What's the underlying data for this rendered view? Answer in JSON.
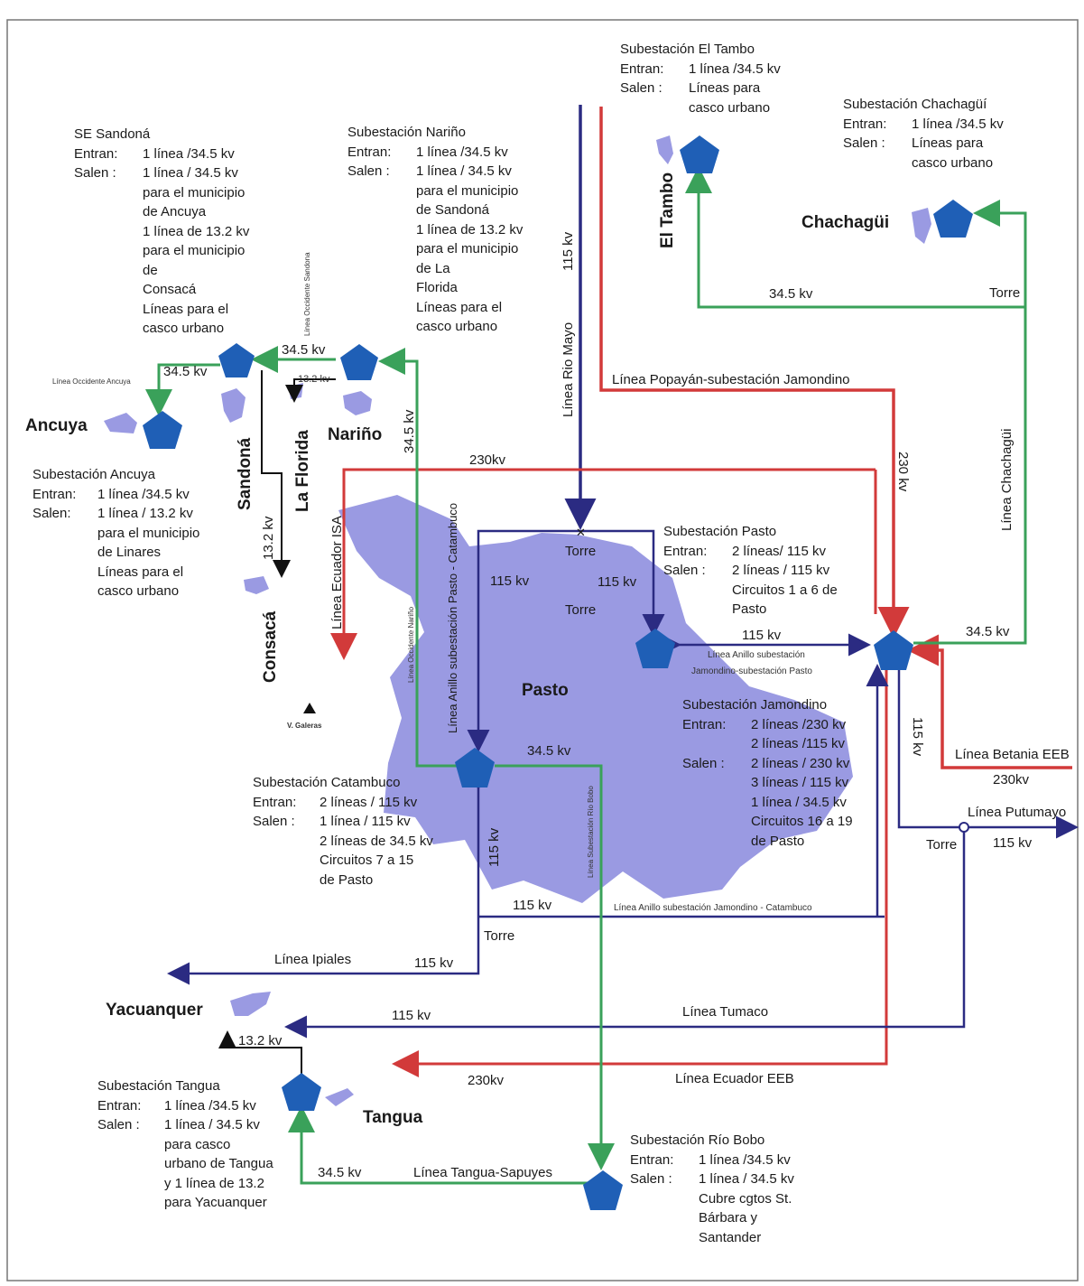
{
  "colors": {
    "blue": "#2b2b82",
    "red": "#d23a3a",
    "green": "#3aa15a",
    "region": "#9a9ae2",
    "node": "#1f5fb6"
  },
  "places": {
    "ancuya": "Ancuya",
    "sandona": "Sandoná",
    "la_florida": "La Florida",
    "narino": "Nariño",
    "consaca": "Consacá",
    "el_tambo": "El Tambo",
    "chachagui": "Chachagüi",
    "pasto": "Pasto",
    "yacuanquer": "Yacuanquer",
    "tangua": "Tangua",
    "galeras": "V. Galeras"
  },
  "substations": {
    "sandona": {
      "title": "SE Sandoná",
      "rows": [
        {
          "key": "Entran:",
          "value": "1 línea /34.5 kv"
        },
        {
          "key": "Salen :",
          "value": "1 línea / 34.5 kv"
        },
        {
          "key": "",
          "value": "para el municipio"
        },
        {
          "key": "",
          "value": "de Ancuya"
        },
        {
          "key": "",
          "value": "1 línea de 13.2 kv"
        },
        {
          "key": "",
          "value": "para el municipio"
        },
        {
          "key": "",
          "value": "de"
        },
        {
          "key": "",
          "value": "Consacá"
        },
        {
          "key": "",
          "value": "Líneas para el"
        },
        {
          "key": "",
          "value": "casco urbano"
        }
      ]
    },
    "narino": {
      "title": "Subestación Nariño",
      "rows": [
        {
          "key": "Entran:",
          "value": "1 línea /34.5 kv"
        },
        {
          "key": "Salen :",
          "value": "1 línea / 34.5 kv"
        },
        {
          "key": "",
          "value": "para el municipio"
        },
        {
          "key": "",
          "value": "de Sandoná"
        },
        {
          "key": "",
          "value": "1 línea de 13.2 kv"
        },
        {
          "key": "",
          "value": "para el municipio"
        },
        {
          "key": "",
          "value": "de La"
        },
        {
          "key": "",
          "value": "Florida"
        },
        {
          "key": "",
          "value": "Líneas para el"
        },
        {
          "key": "",
          "value": "casco urbano"
        }
      ]
    },
    "el_tambo": {
      "title": "Subestación El Tambo",
      "rows": [
        {
          "key": "Entran:",
          "value": "1 línea /34.5 kv"
        },
        {
          "key": "Salen :",
          "value": "Líneas para"
        },
        {
          "key": "",
          "value": "casco urbano"
        }
      ]
    },
    "chachagui": {
      "title": "Subestación Chachagüí",
      "rows": [
        {
          "key": "Entran:",
          "value": "1 línea /34.5 kv"
        },
        {
          "key": "Salen :",
          "value": "Líneas para"
        },
        {
          "key": "",
          "value": "casco urbano"
        }
      ]
    },
    "ancuya": {
      "title": "Subestación Ancuya",
      "rows": [
        {
          "key": "Entran:",
          "value": "1 línea /34.5 kv"
        },
        {
          "key": "Salen:",
          "value": "1 línea / 13.2 kv"
        },
        {
          "key": "",
          "value": "para el municipio"
        },
        {
          "key": "",
          "value": "de Linares"
        },
        {
          "key": "",
          "value": "Líneas para el"
        },
        {
          "key": "",
          "value": "casco urbano"
        }
      ]
    },
    "pasto": {
      "title": "Subestación Pasto",
      "rows": [
        {
          "key": "Entran:",
          "value": "2 líneas/ 115 kv"
        },
        {
          "key": "Salen :",
          "value": "2 líneas / 115 kv"
        },
        {
          "key": "",
          "value": "Circuitos 1 a 6 de"
        },
        {
          "key": "",
          "value": "Pasto"
        }
      ]
    },
    "jamondino": {
      "title": "Subestación Jamondino",
      "rows": [
        {
          "key": "Entran:",
          "value": "2 líneas /230 kv"
        },
        {
          "key": "",
          "value": "2 líneas /115 kv"
        },
        {
          "key": "Salen :",
          "value": "2 líneas / 230 kv"
        },
        {
          "key": "",
          "value": "3 líneas / 115 kv"
        },
        {
          "key": "",
          "value": "1 línea / 34.5 kv"
        },
        {
          "key": "",
          "value": "Circuitos 16 a 19"
        },
        {
          "key": "",
          "value": "de Pasto"
        }
      ]
    },
    "catambuco": {
      "title": "Subestación Catambuco",
      "rows": [
        {
          "key": "Entran:",
          "value": "2 líneas / 115 kv"
        },
        {
          "key": "Salen :",
          "value": "1 línea / 115 kv"
        },
        {
          "key": "",
          "value": "2 líneas de 34.5 kv"
        },
        {
          "key": "",
          "value": "Circuitos 7 a 15"
        },
        {
          "key": "",
          "value": "de Pasto"
        }
      ]
    },
    "tangua": {
      "title": "Subestación Tangua",
      "rows": [
        {
          "key": "Entran:",
          "value": "1 línea /34.5 kv"
        },
        {
          "key": "Salen :",
          "value": "1 línea / 34.5 kv"
        },
        {
          "key": "",
          "value": "para casco"
        },
        {
          "key": "",
          "value": "urbano de Tangua"
        },
        {
          "key": "",
          "value": "y 1 línea de 13.2"
        },
        {
          "key": "",
          "value": "para Yacuanquer"
        }
      ]
    },
    "rio_bobo": {
      "title": "Subestación Río Bobo",
      "rows": [
        {
          "key": "Entran:",
          "value": "1 línea /34.5 kv"
        },
        {
          "key": "Salen :",
          "value": "1 línea / 34.5 kv"
        },
        {
          "key": "",
          "value": "Cubre cgtos St."
        },
        {
          "key": "",
          "value": "Bárbara y"
        },
        {
          "key": "",
          "value": "Santander"
        }
      ]
    }
  },
  "lines": {
    "occidente_sandona": "Línea Occidente Sandona",
    "occidente_ancuya": "Línea Occidente Ancuya",
    "occidente_narino": "Línea Occidente Nariño",
    "rio_mayo": "Línea Rio Mayo",
    "popayan_jamondino": "Línea Popayán-subestación Jamondino",
    "chachagui": "Línea Chachagüi",
    "ecuador_isa": "Línea Ecuador ISA",
    "anillo_pasto_catambuco": "Línea Anillo subestación Pasto - Catambuco",
    "anillo_jamondino_pasto_1": "Línea Anillo subestación",
    "anillo_jamondino_pasto_2": "Jamondino-subestación Pasto",
    "rio_bobo": "Línea Subestación Río Bobo",
    "anillo_jamondino_catambuco": "Línea Anillo subestación Jamondino - Catambuco",
    "betania": "Línea Betania EEB",
    "putumayo": "Línea Putumayo",
    "ipiales": "Línea Ipiales",
    "tumaco": "Línea Tumaco",
    "ecuador_eeb": "Línea Ecuador EEB",
    "tangua_sapuyes": "Línea Tangua-Sapuyes"
  },
  "labels": {
    "kv115_mayo": "115 kv",
    "kv34_ancuya": "34.5 kv",
    "kv34_narino": "34.5 kv",
    "kv13_florida": "13.2 kv",
    "kv34_vertical": "34.5 kv",
    "kv13_consaca": "13.2 kv",
    "kv230_top": "230kv",
    "kv230_right": "230 kv",
    "kv34_tambo": "34.5 kv",
    "torre_chachagui": "Torre",
    "torre_top": "Torre",
    "torre_mid": "Torre",
    "kv115_a": "115 kv",
    "kv115_b": "115 kv",
    "kv115_c": "115 kv",
    "kv34_jam": "34.5 kv",
    "kv34_catambuco": "34.5 kv",
    "kv115_vertical": "115 kv",
    "kv115_right": "115 kv",
    "kv230_betania": "230kv",
    "torre_putumayo": "Torre",
    "kv115_putumayo": "115 kv",
    "kv115_lower": "115 kv",
    "torre_bottom": "Torre",
    "kv115_ipiales": "115 kv",
    "kv115_tumaco": "115 kv",
    "kv13_yacuanquer": "13.2 kv",
    "kv230_bottom": "230kv",
    "kv34_tangua": "34.5 kv"
  }
}
